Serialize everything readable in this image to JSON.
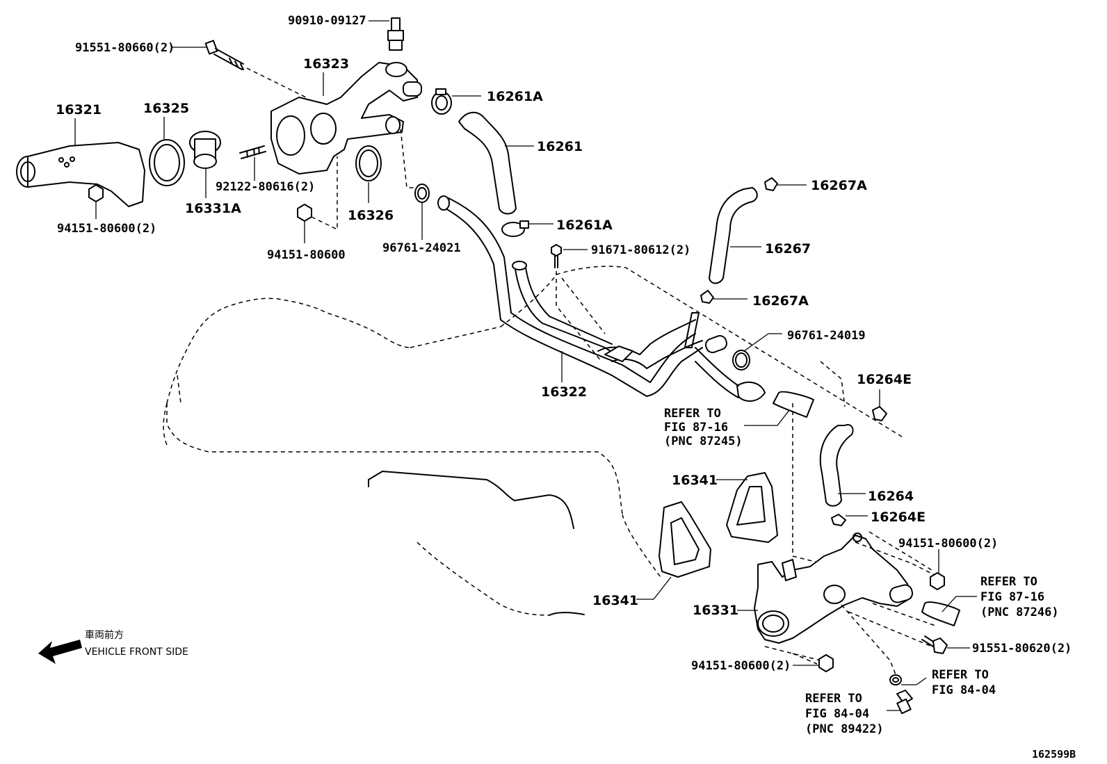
{
  "diagram": {
    "labels": {
      "p90910": "90910-09127",
      "p91551a": "91551-80660(2)",
      "p16323": "16323",
      "p16261Aa": "16261A",
      "p16321": "16321",
      "p16325": "16325",
      "p16261": "16261",
      "p92122": "92122-80616(2)",
      "p16331A": "16331A",
      "p16326": "16326",
      "p94151a": "94151-80600(2)",
      "p94151b": "94151-80600",
      "p96761a": "96761-24021",
      "p16267Aa": "16267A",
      "p16261Ab": "16261A",
      "p91671": "91671-80612(2)",
      "p16267": "16267",
      "p16267Ab": "16267A",
      "p96761b": "96761-24019",
      "p16264Ea": "16264E",
      "p16322": "16322",
      "p16341a": "16341",
      "p16264": "16264",
      "p16264Eb": "16264E",
      "p94151c": "94151-80600(2)",
      "p16341b": "16341",
      "p16331": "16331",
      "p91551b": "91551-80620(2)",
      "p94151d": "94151-80600(2)"
    },
    "refers": {
      "r1": [
        "REFER TO",
        "FIG 87-16",
        "(PNC 87245)"
      ],
      "r2": [
        "REFER TO",
        "FIG 87-16",
        "(PNC 87246)"
      ],
      "r3": [
        "REFER TO",
        "FIG 84-04"
      ],
      "r4": [
        "REFER TO",
        "FIG 84-04",
        "(PNC 89422)"
      ]
    },
    "front_note_jp": "車両前方",
    "front_note_en": "VEHICLE FRONT SIDE",
    "figure_id": "162599B"
  }
}
